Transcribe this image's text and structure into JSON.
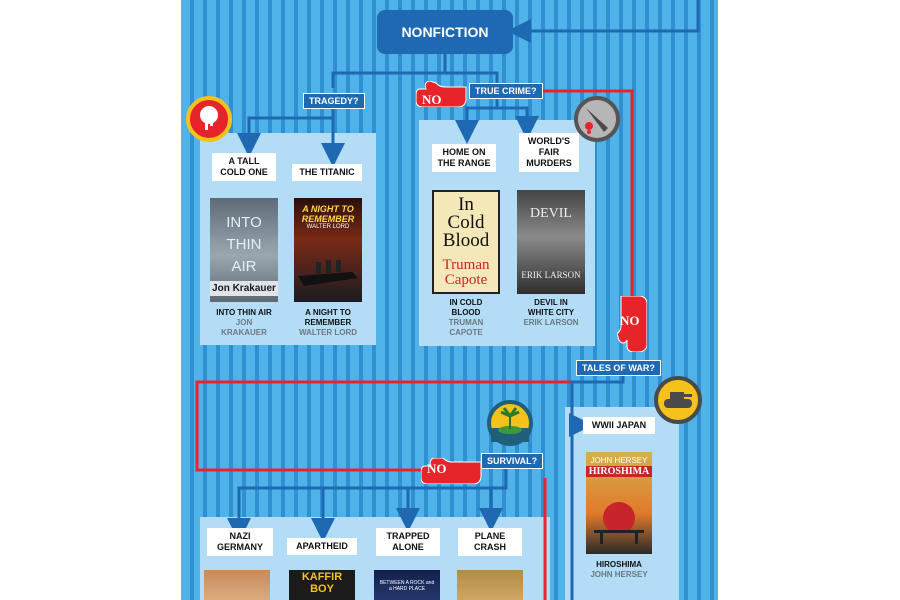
{
  "flowchart": {
    "start": "NONFICTION",
    "questions": {
      "tragedy": "TRAGEDY?",
      "true_crime": "TRUE CRIME?",
      "tales_of_war": "TALES OF WAR?",
      "survival": "SURVIVAL?"
    },
    "no_label": "NO",
    "branches": {
      "tall_cold_one": "A TALL COLD ONE",
      "titanic": "THE TITANIC",
      "home_on_range": "HOME ON THE RANGE",
      "worlds_fair": "WORLD'S FAIR MURDERS",
      "wwii_japan": "WWII JAPAN",
      "nazi_germany": "NAZI GERMANY",
      "apartheid": "APARTHEID",
      "trapped_alone": "TRAPPED ALONE",
      "plane_crash": "PLANE CRASH"
    },
    "books": {
      "into_thin_air": {
        "title": "INTO THIN AIR",
        "author": "JON KRAKAUER",
        "cover_title": "INTO THIN AIR",
        "cover_author": "Jon Krakauer"
      },
      "night_to_remember": {
        "title": "A NIGHT TO REMEMBER",
        "author": "WALTER LORD",
        "cover_title": "A NIGHT TO REMEMBER",
        "cover_author": "WALTER LORD"
      },
      "in_cold_blood": {
        "title": "IN COLD BLOOD",
        "author": "TRUMAN CAPOTE",
        "cover_title": "In Cold Blood",
        "cover_author": "Truman Capote"
      },
      "devil_white_city": {
        "title": "DEVIL IN WHITE CITY",
        "author": "ERIK LARSON",
        "cover_title": "DEVIL",
        "cover_author": "ERIK LARSON"
      },
      "hiroshima": {
        "title": "HIROSHIMA",
        "author": "JOHN HERSEY",
        "cover_title": "HIROSHIMA",
        "cover_author": "JOHN HERSEY"
      },
      "kaffir_boy": {
        "cover_title": "KAFFIR BOY"
      },
      "rock_hard_place": {
        "cover_title": "BETWEEN A ROCK and a HARD PLACE"
      }
    },
    "icons": [
      "drop-icon",
      "knife-icon",
      "tank-icon",
      "island-icon",
      "pointing-hand-icon"
    ],
    "colors": {
      "background": "#4fb3ea",
      "grid": "#2f8fd0",
      "panel": "#b3ddf7",
      "question_box": "#1f68b2",
      "no_path": "#e8242b",
      "badge_yellow": "#f5c21b"
    }
  }
}
